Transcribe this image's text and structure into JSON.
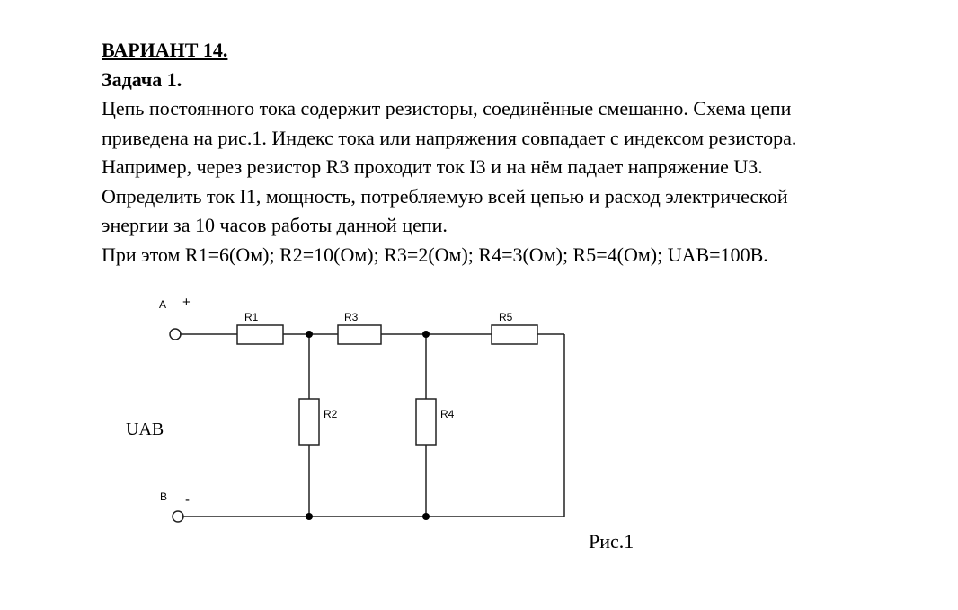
{
  "title": "ВАРИАНТ 14.",
  "task": "Задача 1.",
  "lines": [
    "Цепь постоянного тока содержит резисторы, соединённые смешанно. Схема цепи",
    "приведена на рис.1. Индекс тока или напряжения совпадает с индексом резистора.",
    "Например, через резистор R3 проходит ток I3 и на нём падает напряжение U3.",
    "Определить ток I1, мощность, потребляемую всей цепью и расход электрической",
    "энергии за 10 часов работы данной цепи.",
    "При этом R1=6(Ом); R2=10(Ом); R3=2(Ом); R4=3(Ом); R5=4(Ом); UAB=100В."
  ],
  "diagram": {
    "A": "A",
    "plus": "+",
    "B": "B",
    "minus": "-",
    "R1": "R1",
    "R2": "R2",
    "R3": "R3",
    "R4": "R4",
    "R5": "R5",
    "uab": "UAB"
  },
  "caption": "Рис.1"
}
